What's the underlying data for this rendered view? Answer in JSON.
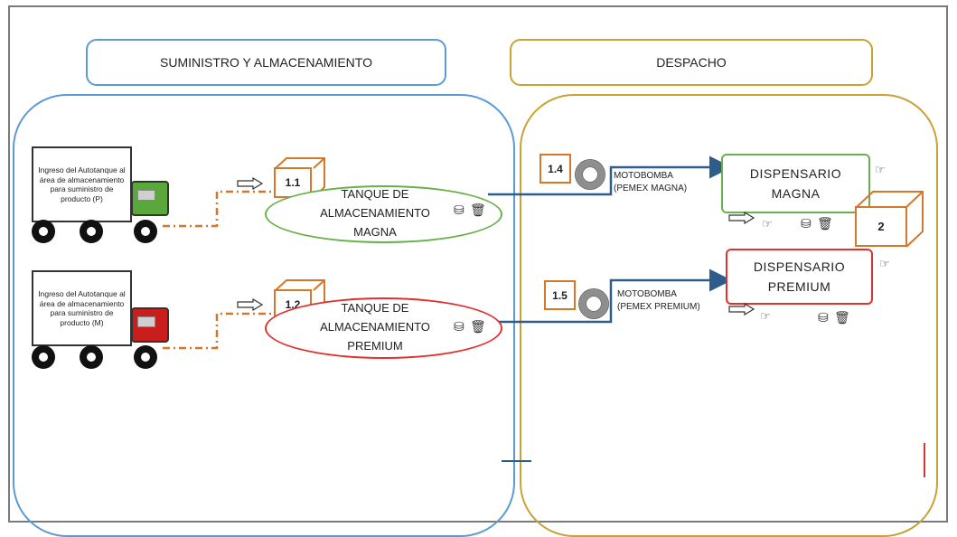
{
  "sections": {
    "left_title": "SUMINISTRO Y ALMACENAMIENTO",
    "right_title": "DESPACHO"
  },
  "trucks": [
    {
      "text": "Ingreso del Autotanque al área de almacenamiento para suministro de producto (P)",
      "cab_color": "#5aa83c"
    },
    {
      "text": "Ingreso del Autotanque al área de almacenamiento para suministro de producto (M)",
      "cab_color": "#c81e1e"
    }
  ],
  "tanks": [
    {
      "number": "1.1",
      "line1": "TANQUE DE",
      "line2": "ALMACENAMIENTO",
      "line3": "MAGNA",
      "color": "#6ab04c"
    },
    {
      "number": "1.2",
      "line1": "TANQUE DE",
      "line2": "ALMACENAMIENTO",
      "line3": "PREMIUM",
      "color": "#e03131"
    }
  ],
  "pumps": [
    {
      "number": "1.4",
      "line1": "MOTOBOMBA",
      "line2": "(PEMEX MAGNA)"
    },
    {
      "number": "1.5",
      "line1": "MOTOBOMBA",
      "line2": "(PEMEX PREMIUM)"
    }
  ],
  "dispensers": [
    {
      "line1": "DISPENSARIO",
      "line2": "MAGNA",
      "color": "#6ab04c"
    },
    {
      "line1": "DISPENSARIO",
      "line2": "PREMIUM",
      "color": "#e03131"
    }
  ],
  "node2": "2",
  "colors": {
    "blue": "#5b9bd5",
    "gold": "#c8a234",
    "orange": "#d2772b",
    "line": "#2e5d8c"
  },
  "icons": [
    "drums-icon",
    "trash-icon",
    "outline-arrow-icon",
    "hand-icon"
  ]
}
